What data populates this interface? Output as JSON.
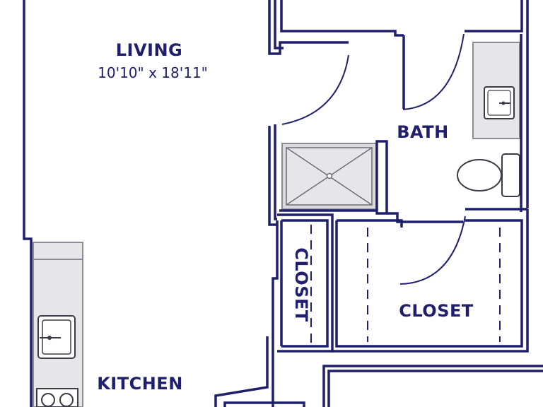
{
  "colors": {
    "wall": "#1f1f6e",
    "fixture": "#e6e6ea",
    "fixture_stroke": "#8c8c95",
    "background": "#ffffff"
  },
  "rooms": {
    "living": {
      "name": "LIVING",
      "dimensions": "10'10\" x 18'11\""
    },
    "bath": {
      "name": "BATH"
    },
    "closet_small": {
      "name": "CLOSET"
    },
    "closet_large": {
      "name": "CLOSET"
    },
    "kitchen": {
      "name": "KITCHEN"
    }
  },
  "fixtures": [
    "shower",
    "toilet",
    "bathroom-sink",
    "kitchen-sink",
    "stove",
    "kitchen-counter"
  ],
  "icons": [
    "shower-icon",
    "toilet-icon",
    "bath-sink-icon",
    "kitchen-sink-icon",
    "stove-icon"
  ]
}
